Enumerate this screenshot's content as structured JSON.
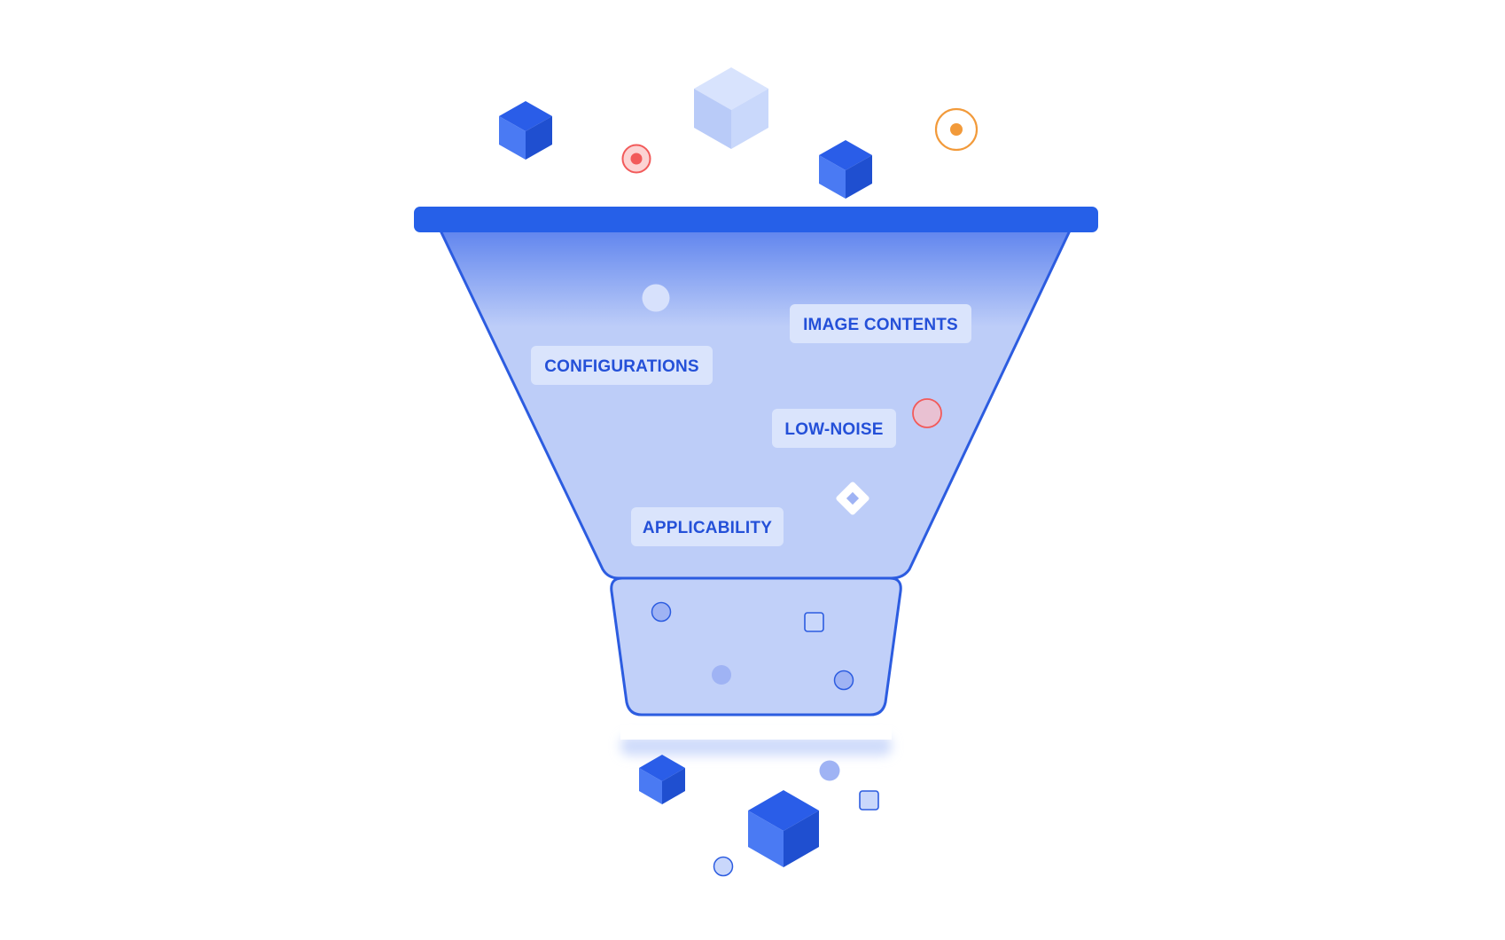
{
  "colors": {
    "rim": "#2660e8",
    "outline": "#2c5ce0",
    "funnel_fill": "#bdcdf8",
    "funnel_top_gradient": "#5f84ee",
    "label_bg": "#dae4fc",
    "label_text": "#2450d8",
    "cube_top": "#2a5de8",
    "cube_left": "#4a7af3",
    "cube_right": "#1f4fd0",
    "light_cube_top": "#d8e3fd",
    "light_cube_left": "#b9cbf8",
    "light_cube_right": "#c9d8fb",
    "red": "#f25a5a",
    "orange": "#f29a3a",
    "dot": "#9fb3f4"
  },
  "funnel": {
    "labels": [
      {
        "id": "configurations",
        "text": "CONFIGURATIONS"
      },
      {
        "id": "image-contents",
        "text": "IMAGE CONTENTS"
      },
      {
        "id": "low-noise",
        "text": "LOW-NOISE"
      },
      {
        "id": "applicability",
        "text": "APPLICABILITY"
      }
    ]
  },
  "icons": {
    "input_items": [
      "cube-icon",
      "light-cube-icon",
      "cube-icon",
      "red-target-icon",
      "orange-target-icon"
    ],
    "inside_items": [
      "light-circle-icon",
      "red-circle-icon",
      "diamond-icon"
    ],
    "neck_items": [
      "outlined-dot-icon",
      "square-icon",
      "dot-icon",
      "outlined-dot-icon"
    ],
    "output_items": [
      "cube-icon",
      "large-cube-icon",
      "dot-icon",
      "square-icon",
      "outlined-dot-icon"
    ]
  }
}
